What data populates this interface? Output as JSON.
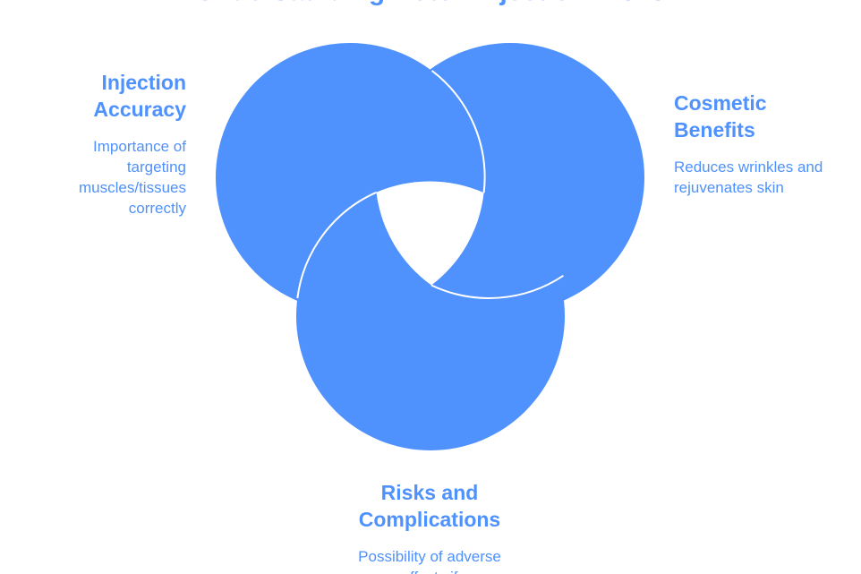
{
  "diagram": {
    "title": "Understanding Botox Injection Risks",
    "circle_color": "#4F91FD",
    "sections": {
      "left": {
        "heading": "Injection Accuracy",
        "description": "Importance of targeting muscles/tissues correctly"
      },
      "right": {
        "heading": "Cosmetic Benefits",
        "description": "Reduces wrinkles and rejuvenates skin"
      },
      "bottom": {
        "heading": "Risks and Complications",
        "description": "Possibility of adverse effects if"
      }
    }
  }
}
